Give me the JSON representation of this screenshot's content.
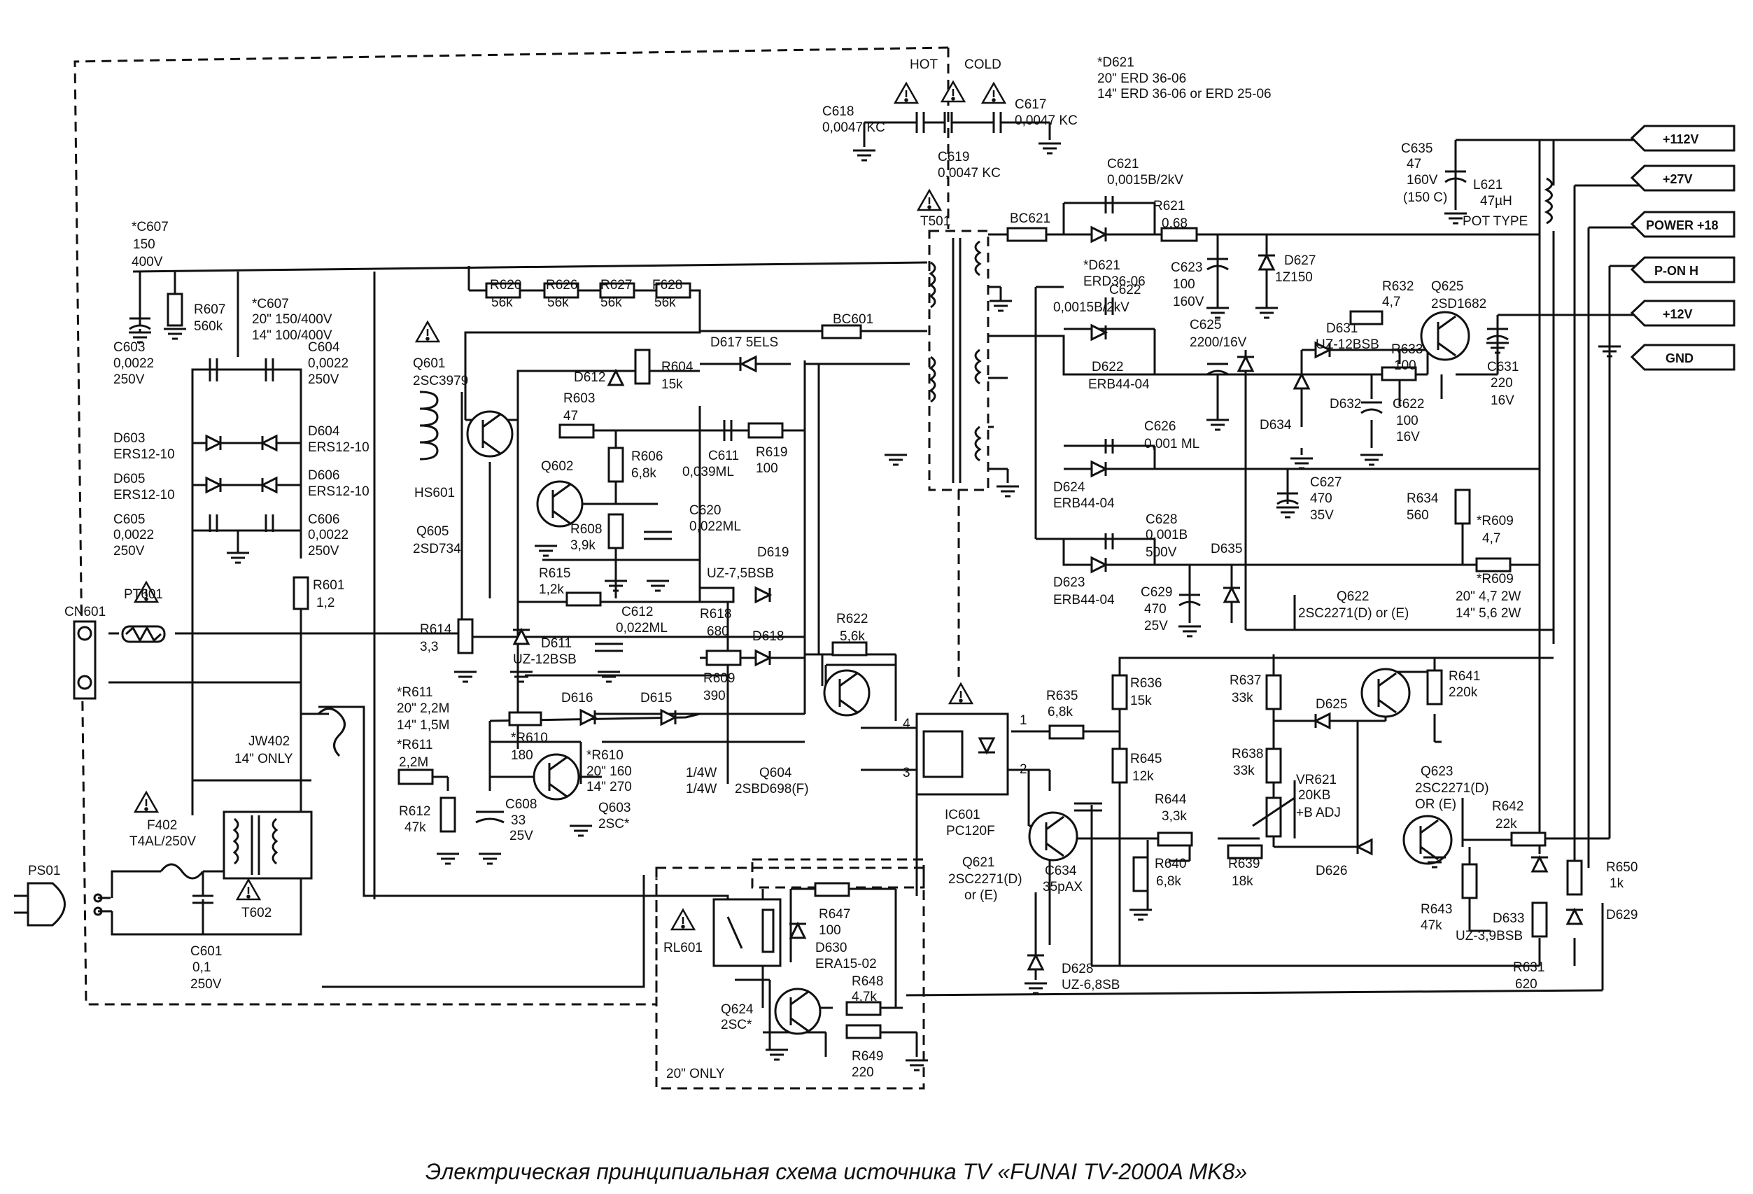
{
  "caption": "Электрическая принципиальная схема источника TV «FUNAI TV-2000A MK8»",
  "zones": {
    "hot": "HOT",
    "cold": "COLD"
  },
  "outputs": [
    {
      "id": "out-112v",
      "label": "+112V"
    },
    {
      "id": "out-27v",
      "label": "+27V"
    },
    {
      "id": "out-power18",
      "label": "POWER +18"
    },
    {
      "id": "out-pon",
      "label": "P-ON H"
    },
    {
      "id": "out-12v",
      "label": "+12V"
    },
    {
      "id": "out-gnd",
      "label": "GND"
    }
  ],
  "labels": [
    {
      "id": "d621-note-1",
      "text": "*D621"
    },
    {
      "id": "d621-note-2",
      "text": "20\" ERD 36-06"
    },
    {
      "id": "d621-note-3",
      "text": "14\" ERD 36-06 or ERD 25-06"
    },
    {
      "id": "c618-name",
      "text": "C618"
    },
    {
      "id": "c618-val",
      "text": "0,0047 KC"
    },
    {
      "id": "c617-name",
      "text": "C617"
    },
    {
      "id": "c617-val",
      "text": "0,0047 KC"
    },
    {
      "id": "c619-name",
      "text": "C619"
    },
    {
      "id": "c619-val",
      "text": "0,0047 KC"
    },
    {
      "id": "c621-name",
      "text": "C621"
    },
    {
      "id": "c621-val",
      "text": "0,0015B/2kV"
    },
    {
      "id": "c635-name",
      "text": "C635"
    },
    {
      "id": "c635-v1",
      "text": "47"
    },
    {
      "id": "c635-v2",
      "text": "160V"
    },
    {
      "id": "c635-v3",
      "text": "(150 C)"
    },
    {
      "id": "l621-name",
      "text": "L621"
    },
    {
      "id": "l621-val",
      "text": "47µH"
    },
    {
      "id": "l621-type",
      "text": "POT TYPE"
    },
    {
      "id": "t501",
      "text": "T501"
    },
    {
      "id": "bc621",
      "text": "BC621"
    },
    {
      "id": "r621-name",
      "text": "R621"
    },
    {
      "id": "r621-val",
      "text": "0,68"
    },
    {
      "id": "d621-name",
      "text": "*D621"
    },
    {
      "id": "d621-val",
      "text": "ERD36-06"
    },
    {
      "id": "c623-name",
      "text": "C623"
    },
    {
      "id": "c623-v1",
      "text": "100"
    },
    {
      "id": "c623-v2",
      "text": "160V"
    },
    {
      "id": "d627-name",
      "text": "D627"
    },
    {
      "id": "d627-val",
      "text": "1Z150"
    },
    {
      "id": "c607a-name",
      "text": "*C607"
    },
    {
      "id": "c607a-v1",
      "text": "150"
    },
    {
      "id": "c607a-v2",
      "text": "400V"
    },
    {
      "id": "r607-name",
      "text": "R607"
    },
    {
      "id": "r607-val",
      "text": "560k"
    },
    {
      "id": "c607b-name",
      "text": "*C607"
    },
    {
      "id": "c607b-v1",
      "text": "20\" 150/400V"
    },
    {
      "id": "c607b-v2",
      "text": "14\" 100/400V"
    },
    {
      "id": "r620-name",
      "text": "R620"
    },
    {
      "id": "r620-val",
      "text": "56k"
    },
    {
      "id": "r626-name",
      "text": "R626"
    },
    {
      "id": "r626-val",
      "text": "56k"
    },
    {
      "id": "r627-name",
      "text": "R627"
    },
    {
      "id": "r627-val",
      "text": "56k"
    },
    {
      "id": "r628-name",
      "text": "F628"
    },
    {
      "id": "r628-val",
      "text": "56k"
    },
    {
      "id": "bc601",
      "text": "BC601"
    },
    {
      "id": "c603-name",
      "text": "C603"
    },
    {
      "id": "c603-v1",
      "text": "0,0022"
    },
    {
      "id": "c603-v2",
      "text": "250V"
    },
    {
      "id": "c604-name",
      "text": "C604"
    },
    {
      "id": "c604-v1",
      "text": "0,0022"
    },
    {
      "id": "c604-v2",
      "text": "250V"
    },
    {
      "id": "d603-name",
      "text": "D603"
    },
    {
      "id": "d603-val",
      "text": "ERS12-10"
    },
    {
      "id": "d604-name",
      "text": "D604"
    },
    {
      "id": "d604-val",
      "text": "ERS12-10"
    },
    {
      "id": "d605-name",
      "text": "D605"
    },
    {
      "id": "d605-val",
      "text": "ERS12-10"
    },
    {
      "id": "d606-name",
      "text": "D606"
    },
    {
      "id": "d606-val",
      "text": "ERS12-10"
    },
    {
      "id": "c605-name",
      "text": "C605"
    },
    {
      "id": "c605-v1",
      "text": "0,0022"
    },
    {
      "id": "c605-v2",
      "text": "250V"
    },
    {
      "id": "c606-name",
      "text": "C606"
    },
    {
      "id": "c606-v1",
      "text": "0,0022"
    },
    {
      "id": "c606-v2",
      "text": "250V"
    },
    {
      "id": "q601-name",
      "text": "Q601"
    },
    {
      "id": "q601-val",
      "text": "2SC3979"
    },
    {
      "id": "hs601",
      "text": "HS601"
    },
    {
      "id": "q605-name",
      "text": "Q605"
    },
    {
      "id": "q605-val",
      "text": "2SD734"
    },
    {
      "id": "d612",
      "text": "D612"
    },
    {
      "id": "r604-name",
      "text": "R604"
    },
    {
      "id": "r604-val",
      "text": "15k"
    },
    {
      "id": "d617",
      "text": "D617 5ELS"
    },
    {
      "id": "r603-name",
      "text": "R603"
    },
    {
      "id": "r603-val",
      "text": "47"
    },
    {
      "id": "q602",
      "text": "Q602"
    },
    {
      "id": "r606-name",
      "text": "R606"
    },
    {
      "id": "r606-val",
      "text": "6,8k"
    },
    {
      "id": "c611-name",
      "text": "C611"
    },
    {
      "id": "c611-val",
      "text": "0,039ML"
    },
    {
      "id": "r619-name",
      "text": "R619"
    },
    {
      "id": "r619-val",
      "text": "100"
    },
    {
      "id": "c620-name",
      "text": "C620"
    },
    {
      "id": "c620-val",
      "text": "0,022ML"
    },
    {
      "id": "r608-name",
      "text": "R608"
    },
    {
      "id": "r608-val",
      "text": "3,9k"
    },
    {
      "id": "r615-name",
      "text": "R615"
    },
    {
      "id": "r615-val",
      "text": "1,2k"
    },
    {
      "id": "d619-name",
      "text": "D619"
    },
    {
      "id": "d619-val",
      "text": "UZ-7,5BSB"
    },
    {
      "id": "c612-name",
      "text": "C612"
    },
    {
      "id": "c612-val",
      "text": "0,022ML"
    },
    {
      "id": "r618-name",
      "text": "R618"
    },
    {
      "id": "r618-val",
      "text": "680"
    },
    {
      "id": "r614-name",
      "text": "R614"
    },
    {
      "id": "r614-val",
      "text": "3,3"
    },
    {
      "id": "d611-name",
      "text": "D611"
    },
    {
      "id": "d611-val",
      "text": "UZ-12BSB"
    },
    {
      "id": "d618",
      "text": "D618"
    },
    {
      "id": "r609a-name",
      "text": "R609"
    },
    {
      "id": "r609a-val",
      "text": "390"
    },
    {
      "id": "r601-name",
      "text": "R601"
    },
    {
      "id": "r601-val",
      "text": "1,2"
    },
    {
      "id": "cn601",
      "text": "CN601"
    },
    {
      "id": "pt601",
      "text": "PT601"
    },
    {
      "id": "r611a-name",
      "text": "*R611"
    },
    {
      "id": "r611a-v1",
      "text": "20\" 2,2M"
    },
    {
      "id": "r611a-v2",
      "text": "14\" 1,5M"
    },
    {
      "id": "r611b-name",
      "text": "*R611"
    },
    {
      "id": "r611b-val",
      "text": "2,2M"
    },
    {
      "id": "d616",
      "text": "D616"
    },
    {
      "id": "d615",
      "text": "D615"
    },
    {
      "id": "r610a-name",
      "text": "*R610"
    },
    {
      "id": "r610a-val",
      "text": "180"
    },
    {
      "id": "r610b-name",
      "text": "*R610"
    },
    {
      "id": "r610b-v1",
      "text": "20\" 160"
    },
    {
      "id": "r610b-v2",
      "text": "14\" 270"
    },
    {
      "id": "r610b-p1",
      "text": "1/4W"
    },
    {
      "id": "r610b-p2",
      "text": "1/4W"
    },
    {
      "id": "r622-name",
      "text": "R622"
    },
    {
      "id": "r622-val",
      "text": "5,6k"
    },
    {
      "id": "jw402-name",
      "text": "JW402"
    },
    {
      "id": "jw402-val",
      "text": "14\" ONLY"
    },
    {
      "id": "r612-name",
      "text": "R612"
    },
    {
      "id": "r612-val",
      "text": "47k"
    },
    {
      "id": "c608-name",
      "text": "C608"
    },
    {
      "id": "c608-v1",
      "text": "33"
    },
    {
      "id": "c608-v2",
      "text": "25V"
    },
    {
      "id": "q603-name",
      "text": "Q603"
    },
    {
      "id": "q603-val",
      "text": "2SC*"
    },
    {
      "id": "q604-name",
      "text": "Q604"
    },
    {
      "id": "q604-val",
      "text": "2SBD698(F)"
    },
    {
      "id": "ic601-name",
      "text": "IC601"
    },
    {
      "id": "ic601-val",
      "text": "PC120F"
    },
    {
      "id": "pin1",
      "text": "1"
    },
    {
      "id": "pin2",
      "text": "2"
    },
    {
      "id": "pin3",
      "text": "3"
    },
    {
      "id": "pin4",
      "text": "4"
    },
    {
      "id": "f402-name",
      "text": "F402"
    },
    {
      "id": "f402-val",
      "text": "T4AL/250V"
    },
    {
      "id": "t602",
      "text": "T602"
    },
    {
      "id": "ps01",
      "text": "PS01"
    },
    {
      "id": "c601-name",
      "text": "C601"
    },
    {
      "id": "c601-v1",
      "text": "0,1"
    },
    {
      "id": "c601-v2",
      "text": "250V"
    },
    {
      "id": "rl601",
      "text": "RL601"
    },
    {
      "id": "r647-name",
      "text": "R647"
    },
    {
      "id": "r647-val",
      "text": "100"
    },
    {
      "id": "d630-name",
      "text": "D630"
    },
    {
      "id": "d630-val",
      "text": "ERA15-02"
    },
    {
      "id": "q624-name",
      "text": "Q624"
    },
    {
      "id": "q624-val",
      "text": "2SC*"
    },
    {
      "id": "r648-name",
      "text": "R648"
    },
    {
      "id": "r648-val",
      "text": "4,7k"
    },
    {
      "id": "r649-name",
      "text": "R649"
    },
    {
      "id": "r649-val",
      "text": "220"
    },
    {
      "id": "only20",
      "text": "20\" ONLY"
    },
    {
      "id": "c622a-name",
      "text": "C622"
    },
    {
      "id": "d622-name",
      "text": "D622"
    },
    {
      "id": "d622-val",
      "text": "ERB44-04"
    },
    {
      "id": "c622a-val",
      "text": "0,0015B/2kV"
    },
    {
      "id": "c625-name",
      "text": "C625"
    },
    {
      "id": "c625-val",
      "text": "2200/16V"
    },
    {
      "id": "r632-name",
      "text": "R632"
    },
    {
      "id": "r632-val",
      "text": "4,7"
    },
    {
      "id": "q625-name",
      "text": "Q625"
    },
    {
      "id": "q625-val",
      "text": "2SD1682"
    },
    {
      "id": "d631-name",
      "text": "D631"
    },
    {
      "id": "d631-val",
      "text": "UZ-12BSB"
    },
    {
      "id": "r633-name",
      "text": "R633"
    },
    {
      "id": "r633-val",
      "text": "100"
    },
    {
      "id": "c631-name",
      "text": "C631"
    },
    {
      "id": "c631-v1",
      "text": "220"
    },
    {
      "id": "c631-v2",
      "text": "16V"
    },
    {
      "id": "d634",
      "text": "D634"
    },
    {
      "id": "d632",
      "text": "D632"
    },
    {
      "id": "c622b-name",
      "text": "C622"
    },
    {
      "id": "c622b-v1",
      "text": "100"
    },
    {
      "id": "c622b-v2",
      "text": "16V"
    },
    {
      "id": "c626-name",
      "text": "C626"
    },
    {
      "id": "c626-val",
      "text": "0,001 ML"
    },
    {
      "id": "d624-name",
      "text": "D624"
    },
    {
      "id": "d624-val",
      "text": "ERB44-04"
    },
    {
      "id": "c627-name",
      "text": "C627"
    },
    {
      "id": "c627-v1",
      "text": "470"
    },
    {
      "id": "c627-v2",
      "text": "35V"
    },
    {
      "id": "r634-name",
      "text": "R634"
    },
    {
      "id": "r634-val",
      "text": "560"
    },
    {
      "id": "c628-name",
      "text": "C628"
    },
    {
      "id": "c628-v1",
      "text": "0,001B"
    },
    {
      "id": "c628-v2",
      "text": "500V"
    },
    {
      "id": "d635",
      "text": "D635"
    },
    {
      "id": "r609b-name",
      "text": "*R609"
    },
    {
      "id": "r609b-val",
      "text": "4,7"
    },
    {
      "id": "r609c-name",
      "text": "*R609"
    },
    {
      "id": "d623-name",
      "text": "D623"
    },
    {
      "id": "d623-val",
      "text": "ERB44-04"
    },
    {
      "id": "c629-name",
      "text": "C629"
    },
    {
      "id": "c629-v1",
      "text": "470"
    },
    {
      "id": "c629-v2",
      "text": "25V"
    },
    {
      "id": "q622-name",
      "text": "Q622"
    },
    {
      "id": "q622-val",
      "text": "2SC2271(D) or (E)"
    },
    {
      "id": "r609-note1",
      "text": "20\" 4,7    2W"
    },
    {
      "id": "r609-note2",
      "text": "14\" 5,6    2W"
    },
    {
      "id": "r635-name",
      "text": "R635"
    },
    {
      "id": "r635-val",
      "text": "6,8k"
    },
    {
      "id": "r636-name",
      "text": "R636"
    },
    {
      "id": "r636-val",
      "text": "15k"
    },
    {
      "id": "r637-name",
      "text": "R637"
    },
    {
      "id": "r637-val",
      "text": "33k"
    },
    {
      "id": "d625",
      "text": "D625"
    },
    {
      "id": "r641-name",
      "text": "R641"
    },
    {
      "id": "r641-val",
      "text": "220k"
    },
    {
      "id": "r638-name",
      "text": "R638"
    },
    {
      "id": "r638-val",
      "text": "33k"
    },
    {
      "id": "r645-name",
      "text": "R645"
    },
    {
      "id": "r645-val",
      "text": "12k"
    },
    {
      "id": "vr621-name",
      "text": "VR621"
    },
    {
      "id": "vr621-v1",
      "text": "20KB"
    },
    {
      "id": "vr621-v2",
      "text": "+B ADJ"
    },
    {
      "id": "q623-name",
      "text": "Q623"
    },
    {
      "id": "q623-v1",
      "text": "2SC2271(D)"
    },
    {
      "id": "q623-v2",
      "text": "OR (E)"
    },
    {
      "id": "r642-name",
      "text": "R642"
    },
    {
      "id": "r642-val",
      "text": "22k"
    },
    {
      "id": "r644-name",
      "text": "R644"
    },
    {
      "id": "r644-val",
      "text": "3,3k"
    },
    {
      "id": "r640-name",
      "text": "R640"
    },
    {
      "id": "r640-val",
      "text": "6,8k"
    },
    {
      "id": "r639-name",
      "text": "R639"
    },
    {
      "id": "r639-val",
      "text": "18k"
    },
    {
      "id": "d626",
      "text": "D626"
    },
    {
      "id": "q621-name",
      "text": "Q621"
    },
    {
      "id": "q621-v1",
      "text": "2SC2271(D)"
    },
    {
      "id": "q621-v2",
      "text": "or (E)"
    },
    {
      "id": "c634-name",
      "text": "C634"
    },
    {
      "id": "c634-val",
      "text": "35pAX"
    },
    {
      "id": "r650-name",
      "text": "R650"
    },
    {
      "id": "r650-val",
      "text": "1k"
    },
    {
      "id": "d629",
      "text": "D629"
    },
    {
      "id": "r643-name",
      "text": "R643"
    },
    {
      "id": "r643-val",
      "text": "47k"
    },
    {
      "id": "d633-name",
      "text": "D633"
    },
    {
      "id": "d633-val",
      "text": "UZ-3,9BSB"
    },
    {
      "id": "r631-name",
      "text": "R631"
    },
    {
      "id": "r631-val",
      "text": "620"
    },
    {
      "id": "d628-name",
      "text": "D628"
    },
    {
      "id": "d628-val",
      "text": "UZ-6,8SB"
    }
  ]
}
